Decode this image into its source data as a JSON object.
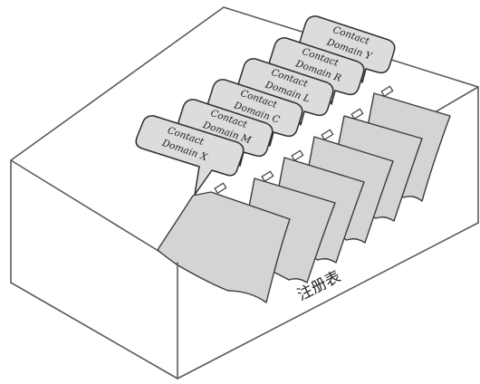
{
  "registry": {
    "label": "注册表"
  },
  "domains": [
    {
      "line1": "Contact",
      "line2": "Domain X"
    },
    {
      "line1": "Contact",
      "line2": "Domain M"
    },
    {
      "line1": "Contact",
      "line2": "Domain C"
    },
    {
      "line1": "Contact",
      "line2": "Domain L"
    },
    {
      "line1": "Contact",
      "line2": "Domain R"
    },
    {
      "line1": "Contact",
      "line2": "Domain Y"
    }
  ]
}
